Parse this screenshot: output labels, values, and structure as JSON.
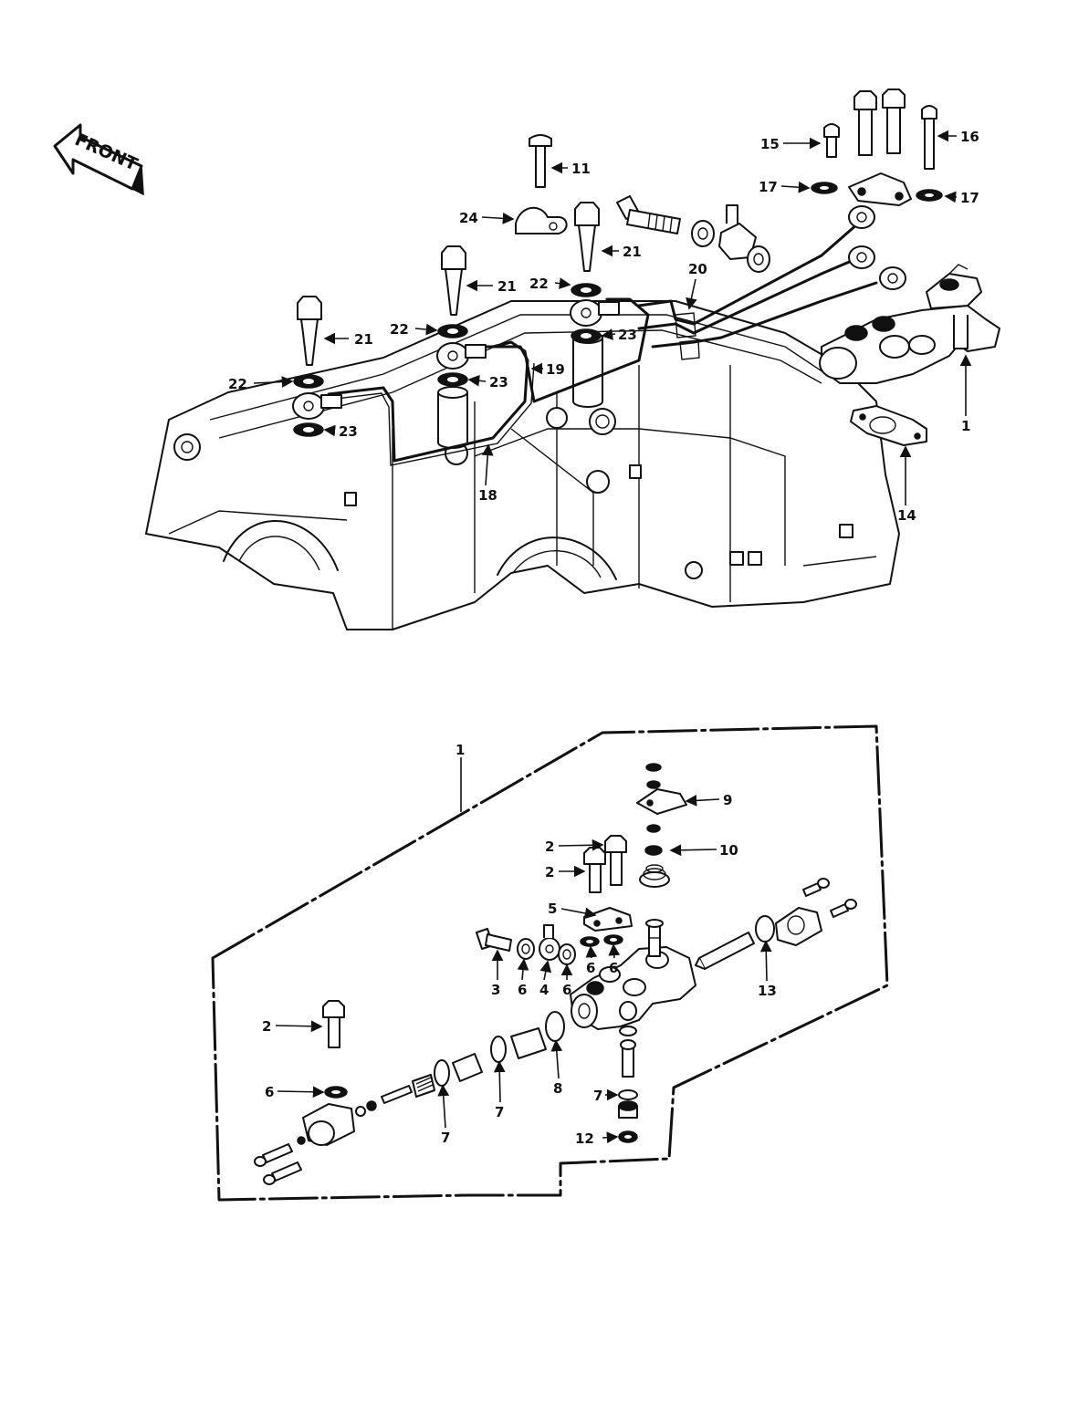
{
  "direction_badge": "FRONT",
  "callouts": {
    "c1_top": "1",
    "c11": "11",
    "c14": "14",
    "c15": "15",
    "c16": "16",
    "c17a": "17",
    "c17b": "17",
    "c18": "18",
    "c19": "19",
    "c20": "20",
    "c21a": "21",
    "c21b": "21",
    "c21c": "21",
    "c22a": "22",
    "c22b": "22",
    "c22c": "22",
    "c23a": "23",
    "c23b": "23",
    "c23c": "23",
    "c24": "24",
    "c1_bottom": "1",
    "c2a": "2",
    "c2b": "2",
    "c2c": "2",
    "c3": "3",
    "c4": "4",
    "c5": "5",
    "c6a": "6",
    "c6b": "6",
    "c6c": "6",
    "c6d": "6",
    "c6e": "6",
    "c7a": "7",
    "c7b": "7",
    "c7c": "7",
    "c8": "8",
    "c9": "9",
    "c10": "10",
    "c12": "12",
    "c13": "13"
  }
}
